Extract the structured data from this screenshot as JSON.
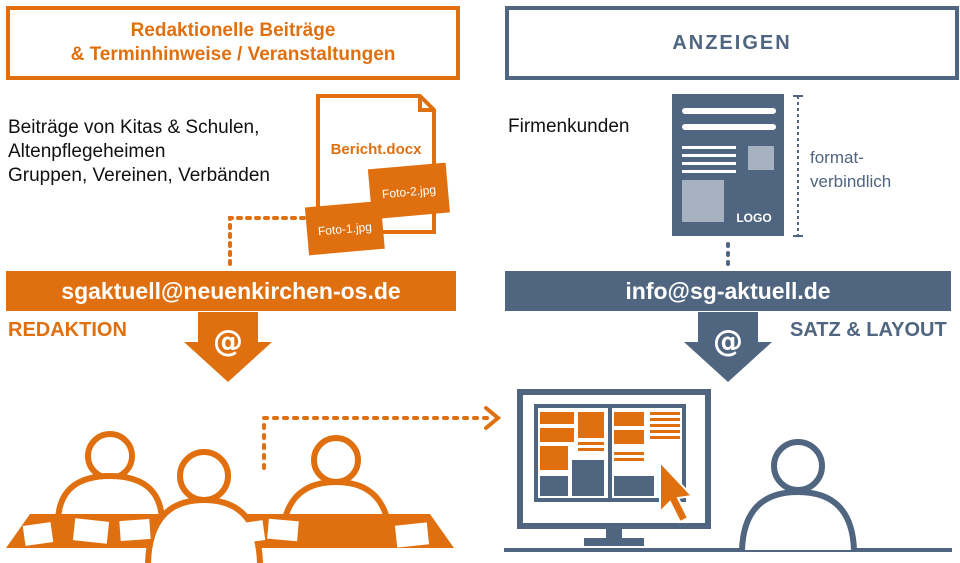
{
  "left": {
    "title_line1": "Redaktionelle Beiträge",
    "title_line2": "& Terminhinweise / Veranstaltungen",
    "sources_line1": "Beiträge von Kitas & Schulen,",
    "sources_line2": "Altenpflegeheimen",
    "sources_line3": "Gruppen, Vereinen, Verbänden",
    "doc_name": "Bericht.docx",
    "photo2": "Foto-2.jpg",
    "photo1": "Foto-1.jpg",
    "email": "sgaktuell@neuenkirchen-os.de",
    "dept": "REDAKTION",
    "at": "@"
  },
  "right": {
    "title": "ANZEIGEN",
    "customers": "Firmenkunden",
    "format_line1": "format-",
    "format_line2": "verbindlich",
    "logo": "LOGO",
    "email": "info@sg-aktuell.de",
    "dept": "SATZ & LAYOUT",
    "at": "@"
  },
  "colors": {
    "orange": "#e0700f",
    "blue": "#4f6580"
  }
}
